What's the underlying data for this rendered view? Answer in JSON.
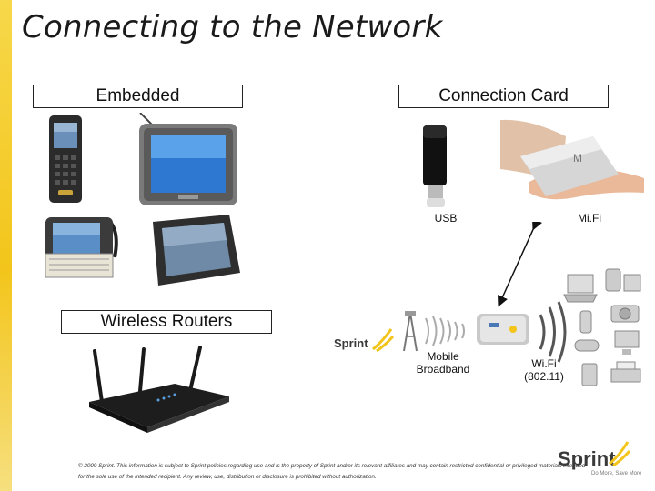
{
  "title": "Connecting to the Network",
  "labels": {
    "embedded": "Embedded",
    "connection_card": "Connection Card",
    "wireless_routers": "Wireless Routers"
  },
  "captions": {
    "usb": "USB",
    "mifi": "Mi.Fi",
    "mobile_broadband": "Mobile Broadband",
    "wifi": "Wi.Fi (802.11)"
  },
  "brand": {
    "sprint": "Sprint",
    "tagline": "Do More, Save More"
  },
  "footer": "© 2009 Sprint. This information is subject to Sprint policies regarding use and is the property of Sprint and/or its relevant affiliates and may contain restricted confidential or privileged materials intended for the sole use of the intended recipient. Any review, use, distribution or disclosure is prohibited without authorization.",
  "colors": {
    "accent_yellow": "#f3c51b"
  }
}
